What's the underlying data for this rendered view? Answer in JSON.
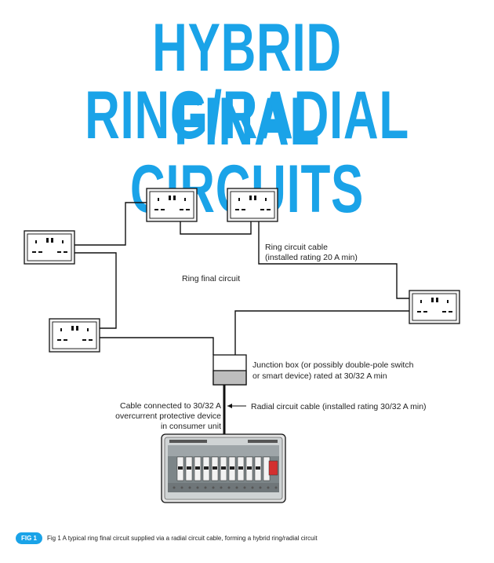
{
  "title": {
    "line1": "HYBRID RING/RADIAL",
    "line2": "FINAL CIRCUITS"
  },
  "labels": {
    "ring_cable_1": "Ring circuit cable",
    "ring_cable_2": "(installed rating 20 A min)",
    "ring_final": "Ring final circuit",
    "junction_1": "Junction box (or possibly double-pole switch",
    "junction_2": "or smart device) rated at 30/32 A min",
    "cable_conn_1": "Cable connected to 30/32 A",
    "cable_conn_2": "overcurrent protective device",
    "cable_conn_3": "in consumer unit",
    "radial_cable": "Radial circuit cable (installed rating 30/32 A min)"
  },
  "caption": {
    "tag": "FIG 1",
    "text": "Fig 1 A typical ring final circuit supplied via a radial circuit cable, forming a hybrid ring/radial circuit"
  },
  "colors": {
    "title": "#1aa3e8",
    "line": "#111111"
  }
}
